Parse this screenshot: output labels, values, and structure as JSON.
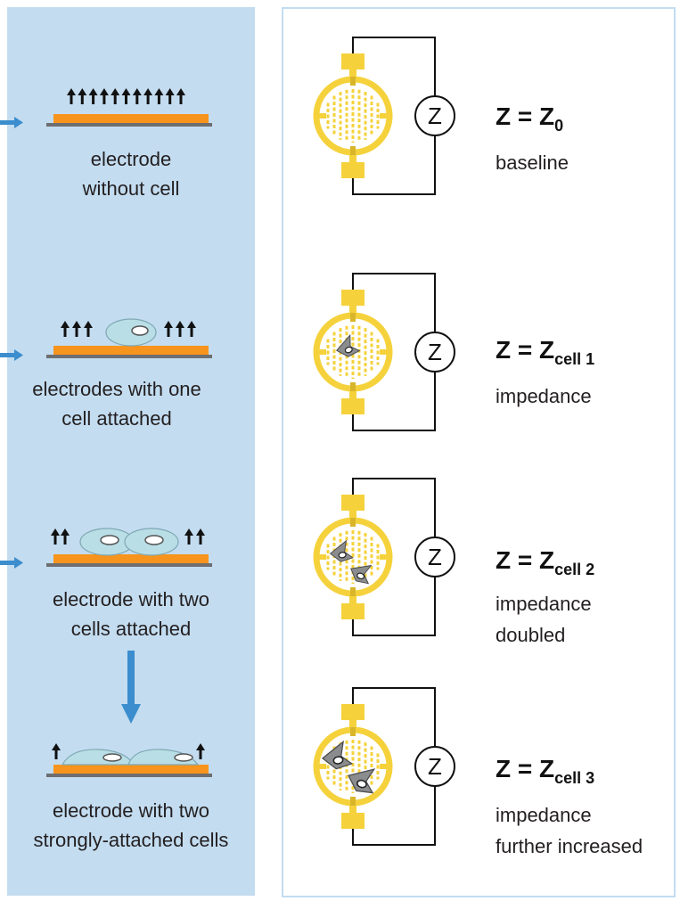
{
  "states": [
    {
      "caption": [
        "electrode",
        "without cell"
      ],
      "equation": {
        "lhs": "Z = Z",
        "subscript": "0"
      },
      "description": [
        "baseline"
      ]
    },
    {
      "caption": [
        "electrodes with one",
        "cell attached"
      ],
      "equation": {
        "lhs": "Z = Z",
        "subscript": "cell 1"
      },
      "description": [
        "impedance"
      ]
    },
    {
      "caption": [
        "electrode with two",
        "cells attached"
      ],
      "equation": {
        "lhs": "Z = Z",
        "subscript": "cell 2"
      },
      "description": [
        "impedance",
        "doubled"
      ]
    },
    {
      "caption": [
        "electrode with two",
        "strongly-attached cells"
      ],
      "equation": {
        "lhs": "Z = Z",
        "subscript": "cell 3"
      },
      "description": [
        "impedance",
        "further increased"
      ]
    }
  ],
  "meter_symbol": "Z",
  "colors": {
    "panel": "#c3dcf0",
    "arrow_blue": "#3b8dcd",
    "electrode_orange": "#f7941d",
    "substrate_gray": "#6d6e71",
    "electrode_gold": "#f5d23c",
    "cell_body": "#b9dee6",
    "cell_outline": "#7fa8b4",
    "cell_icon": "#8a8c8e"
  }
}
